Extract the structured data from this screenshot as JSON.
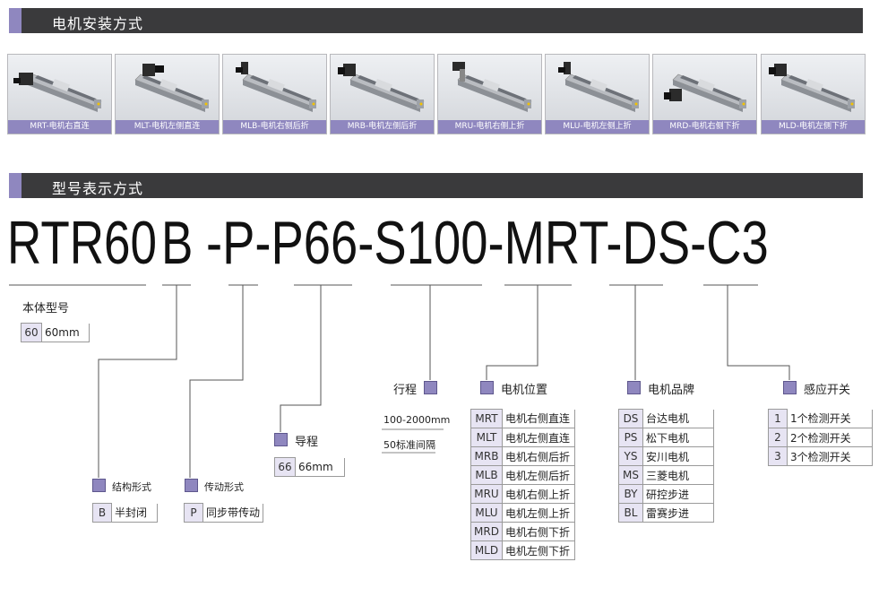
{
  "sections": {
    "install_title": "电机安装方式",
    "model_title": "型号表示方式"
  },
  "mounts": [
    {
      "caption": "MRT-电机右直连"
    },
    {
      "caption": "MLT-电机左侧直连"
    },
    {
      "caption": "MLB-电机右侧后折"
    },
    {
      "caption": "MRB-电机左侧后折"
    },
    {
      "caption": "MRU-电机右侧上折"
    },
    {
      "caption": "MLU-电机左侧上折"
    },
    {
      "caption": "MRD-电机右侧下折"
    },
    {
      "caption": "MLD-电机左侧下折"
    }
  ],
  "model_code": {
    "base": "RTR60",
    "structure": "B",
    "rest": "-P-P66-S100-MRT-DS-C3"
  },
  "body": {
    "label": "本体型号",
    "rows": [
      {
        "key": "60",
        "value": "60mm"
      }
    ]
  },
  "structure": {
    "label": "结构形式",
    "rows": [
      {
        "key": "B",
        "value": "半封闭"
      }
    ]
  },
  "drive": {
    "label": "传动形式",
    "rows": [
      {
        "key": "P",
        "value": "同步带传动"
      }
    ]
  },
  "lead": {
    "label": "导程",
    "rows": [
      {
        "key": "66",
        "value": "66mm"
      }
    ]
  },
  "stroke": {
    "label": "行程",
    "range": "100-2000mm",
    "step": "50标准间隔"
  },
  "motor_position": {
    "label": "电机位置",
    "rows": [
      {
        "key": "MRT",
        "value": "电机右侧直连"
      },
      {
        "key": "MLT",
        "value": "电机左侧直连"
      },
      {
        "key": "MRB",
        "value": "电机右侧后折"
      },
      {
        "key": "MLB",
        "value": "电机左侧后折"
      },
      {
        "key": "MRU",
        "value": "电机右侧上折"
      },
      {
        "key": "MLU",
        "value": "电机左侧上折"
      },
      {
        "key": "MRD",
        "value": "电机右侧下折"
      },
      {
        "key": "MLD",
        "value": "电机左侧下折"
      }
    ]
  },
  "motor_brand": {
    "label": "电机品牌",
    "rows": [
      {
        "key": "DS",
        "value": "台达电机"
      },
      {
        "key": "PS",
        "value": "松下电机"
      },
      {
        "key": "YS",
        "value": "安川电机"
      },
      {
        "key": "MS",
        "value": "三菱电机"
      },
      {
        "key": "BY",
        "value": "研控步进"
      },
      {
        "key": "BL",
        "value": "雷赛步进"
      }
    ]
  },
  "sensor": {
    "label": "感应开关",
    "rows": [
      {
        "key": "1",
        "value": "1个检测开关"
      },
      {
        "key": "2",
        "value": "2个检测开关"
      },
      {
        "key": "3",
        "value": "3个检测开关"
      }
    ]
  },
  "colors": {
    "band": "#3a3a3c",
    "accent": "#8f87bf",
    "key_cell": "#e7e4f3"
  }
}
